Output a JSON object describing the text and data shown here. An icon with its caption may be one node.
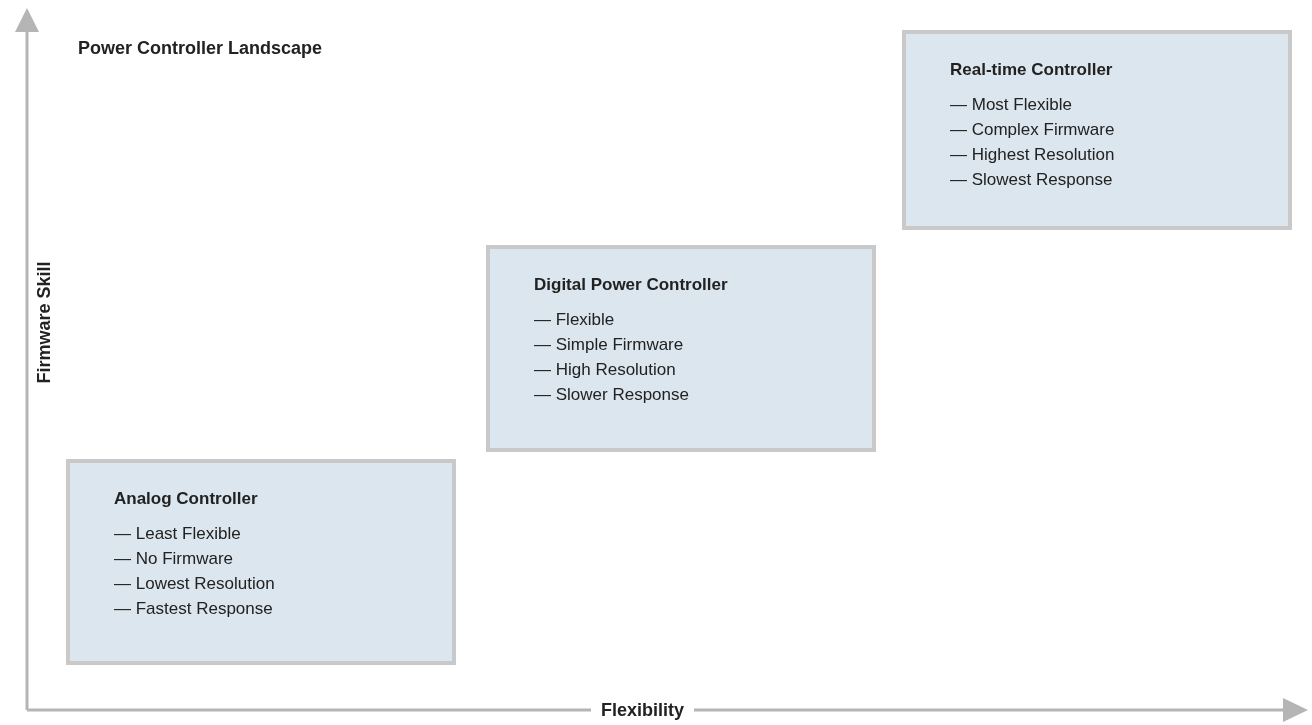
{
  "diagram": {
    "title": "Power Controller Landscape",
    "nodes": [
      {
        "text": [
          "Real-time Controller",
          "— Most Flexible",
          "— Complex Firmware",
          "— Highest Resolution",
          "— Slowest Response"
        ]
      },
      {
        "text": [
          "Digital Power Controller",
          "— Flexible",
          "— Simple Firmware",
          "— High Resolution",
          "— Slower Response"
        ]
      },
      {
        "text": [
          "Analog Controller",
          "— Least Flexible",
          "— No Firmware",
          "— Lowest Resolution",
          "— Fastest Response"
        ]
      }
    ],
    "edges": [],
    "labels": [
      "Firmware Skill",
      "Flexibility"
    ]
  }
}
